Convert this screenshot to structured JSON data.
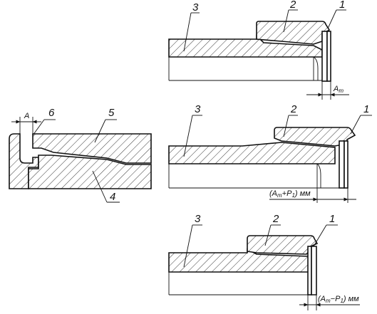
{
  "diagram": {
    "views": [
      {
        "id": "top-right",
        "labels": {
          "ring": "1",
          "nut": "2",
          "pipe": "3"
        },
        "dimension": {
          "prefix": "A",
          "sub": "т",
          "suffix": ""
        }
      },
      {
        "id": "middle-left",
        "labels": {
          "part4": "4",
          "part5": "5",
          "part6": "6"
        },
        "dimension": {
          "prefix": "A",
          "sub": "",
          "suffix": ""
        }
      },
      {
        "id": "middle-right",
        "labels": {
          "ring": "1",
          "nut": "2",
          "pipe": "3"
        },
        "dimension": {
          "prefix": "(A",
          "sub": "т",
          "mid": "+P",
          "sub2": "1",
          "suffix": ") мм"
        }
      },
      {
        "id": "bottom-right",
        "labels": {
          "ring": "1",
          "nut": "2",
          "pipe": "3"
        },
        "dimension": {
          "prefix": "(A",
          "sub": "т",
          "mid": "−P",
          "sub2": "1",
          "suffix": ") мм"
        }
      }
    ]
  }
}
